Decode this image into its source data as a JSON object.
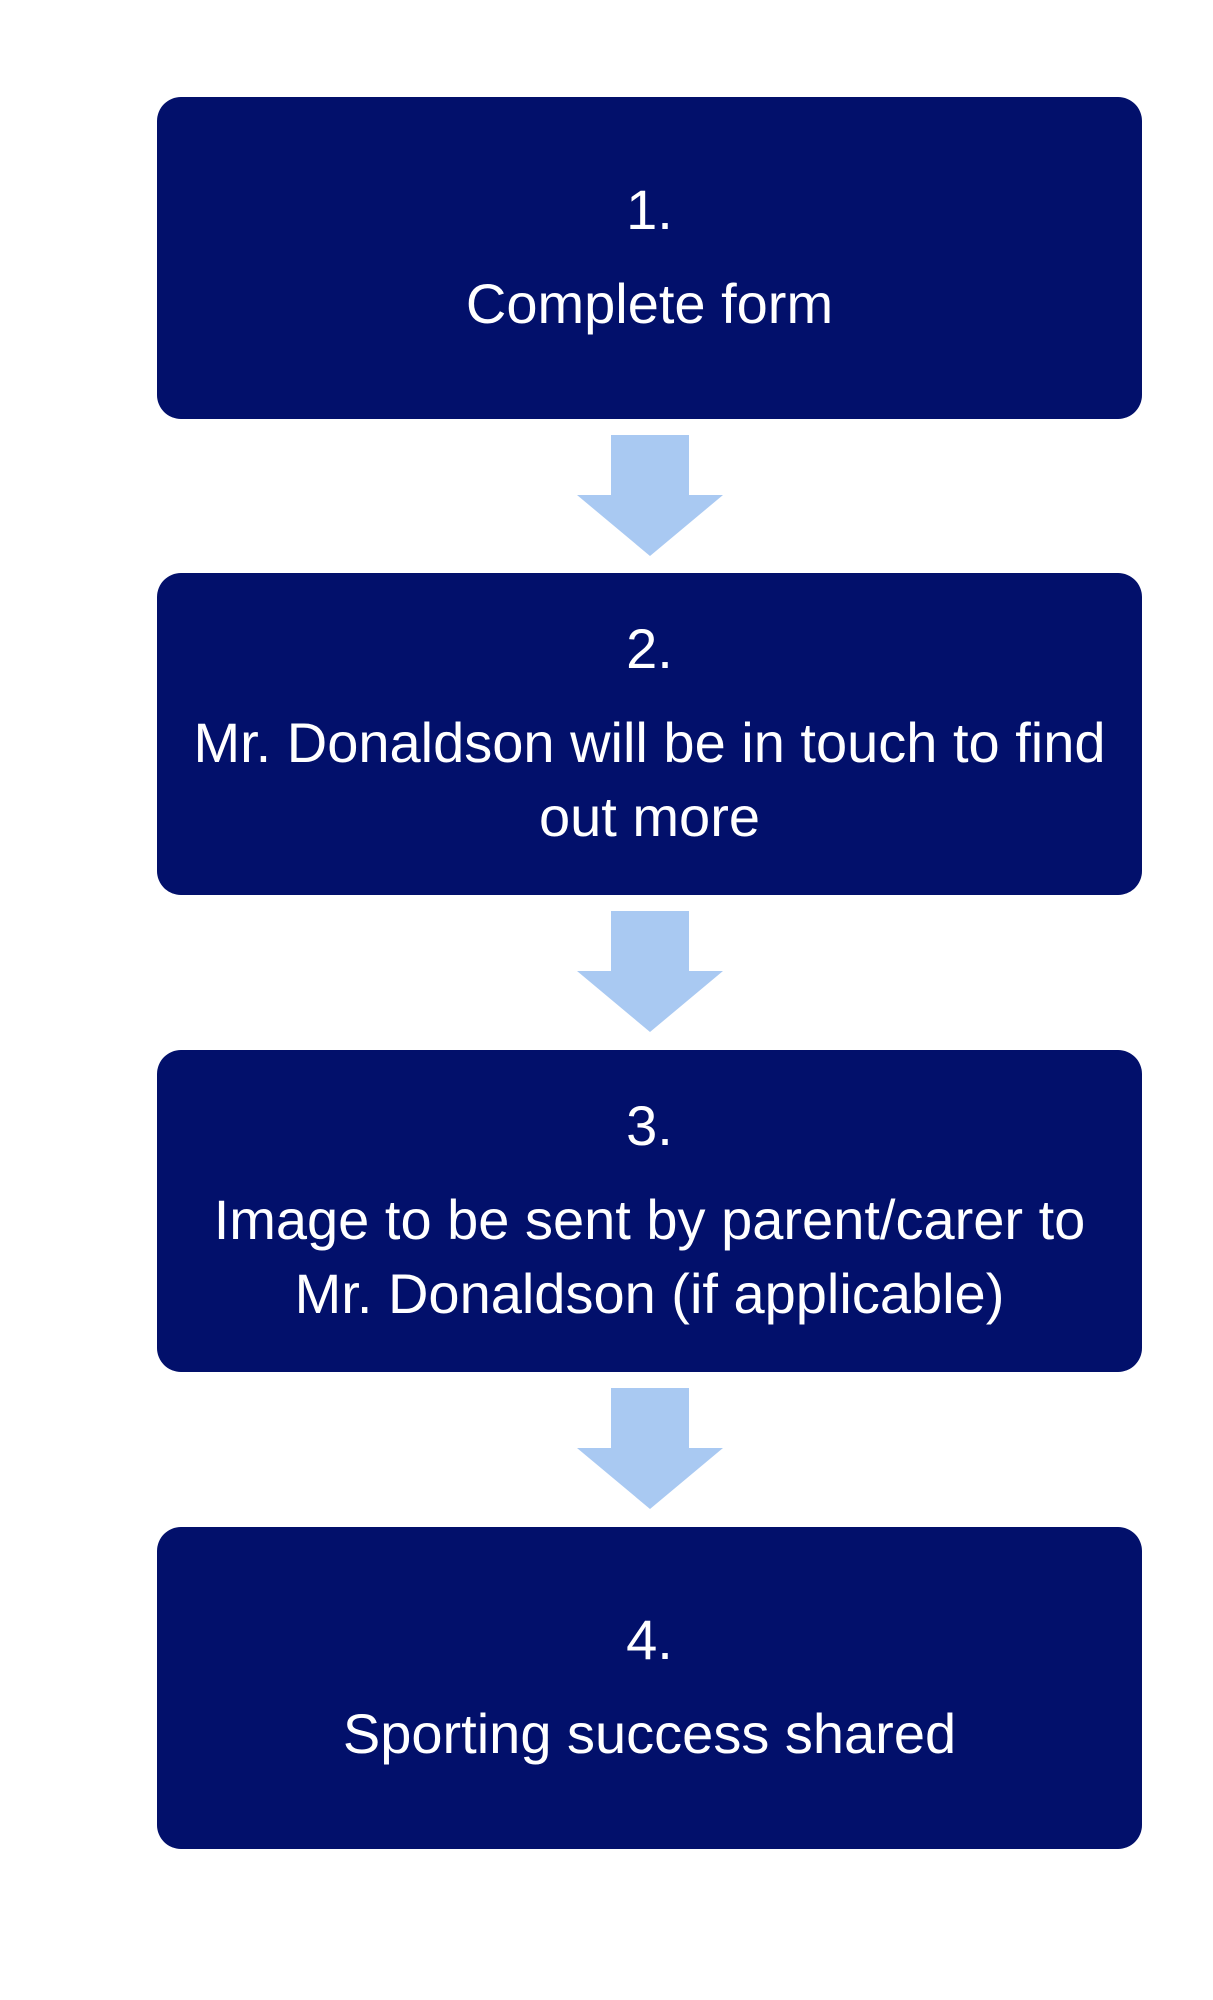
{
  "colors": {
    "box_fill": "#02106b",
    "box_text": "#ffffff",
    "arrow_fill": "#a9c9f2",
    "background": "#ffffff"
  },
  "steps": [
    {
      "number": "1.",
      "text": "Complete form"
    },
    {
      "number": "2.",
      "text": "Mr. Donaldson will be in touch to find out more"
    },
    {
      "number": "3.",
      "text": "Image to be sent by parent/carer to Mr. Donaldson (if applicable)"
    },
    {
      "number": "4.",
      "text": "Sporting success shared"
    }
  ]
}
